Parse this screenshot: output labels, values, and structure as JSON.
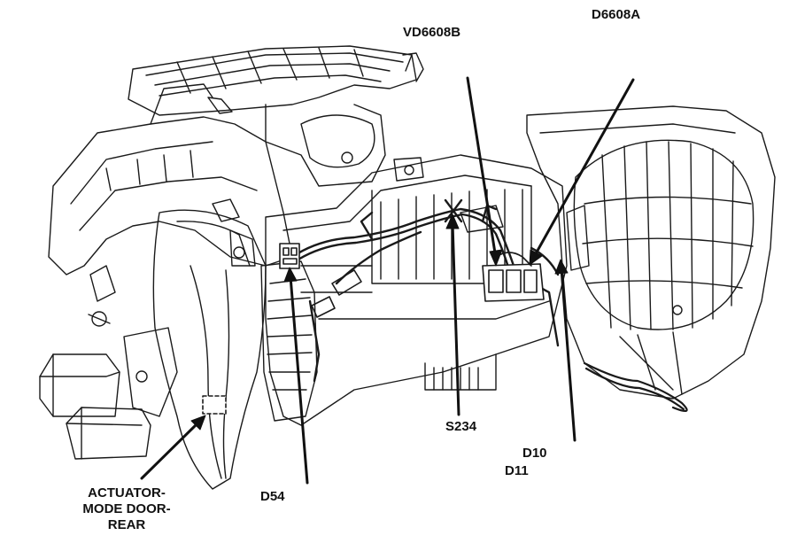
{
  "labels": {
    "vd6608b": "VD6608B",
    "d6608a": "D6608A",
    "s234": "S234",
    "d10": "D10",
    "d11": "D11",
    "d54": "D54",
    "actuator_line1": "ACTUATOR-",
    "actuator_line2": "MODE DOOR-",
    "actuator_line3": "REAR"
  },
  "colors": {
    "ink": "#111111",
    "background": "#ffffff"
  }
}
